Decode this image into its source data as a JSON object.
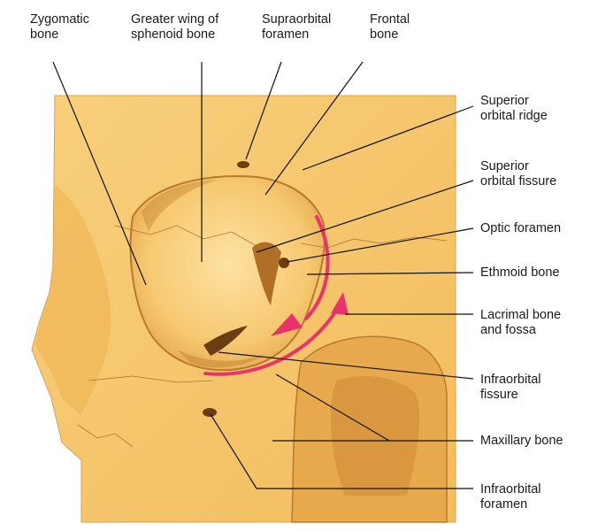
{
  "labels": {
    "zygomatic": [
      "Zygomatic",
      "bone"
    ],
    "greater_wing": [
      "Greater wing of",
      "sphenoid bone"
    ],
    "supraorbital_foramen": [
      "Supraorbital",
      "foramen"
    ],
    "frontal": [
      "Frontal",
      "bone"
    ],
    "superior_ridge": [
      "Superior",
      "orbital ridge"
    ],
    "superior_fissure": [
      "Superior",
      "orbital fissure"
    ],
    "optic_foramen": [
      "Optic foramen"
    ],
    "ethmoid": [
      "Ethmoid bone"
    ],
    "lacrimal": [
      "Lacrimal bone",
      "and fossa"
    ],
    "infraorbital_fissure": [
      "Infraorbital",
      "fissure"
    ],
    "maxillary": [
      "Maxillary bone"
    ],
    "infraorbital_foramen": [
      "Infraorbital",
      "foramen"
    ]
  },
  "colors": {
    "bone": "#f6c56a",
    "bone_light": "#fbd98f",
    "bone_shadow": "#c98c3a",
    "cavity": "#8a5520",
    "arrow": "#e8336b",
    "leader": "#111111"
  }
}
